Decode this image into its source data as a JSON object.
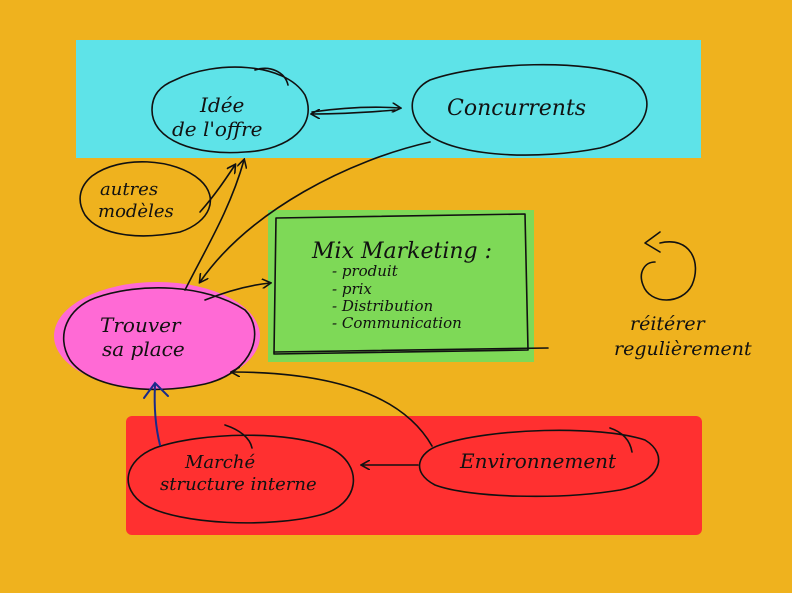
{
  "colors": {
    "background": "#efb21e",
    "top_band": "#5ee3e8",
    "bottom_band": "#ff3030",
    "mix_box": "#7ed957",
    "trouver_ellipse": "#ff6ad5",
    "ink": "#111111",
    "arrow_blue": "#1a2a8a"
  },
  "nodes": {
    "idee_offre": {
      "line1": "Idée",
      "line2": "de l'offre"
    },
    "concurrents": {
      "label": "Concurrents"
    },
    "autres_modeles": {
      "line1": "autres",
      "line2": "modèles"
    },
    "trouver_place": {
      "line1": "Trouver",
      "line2": "sa place"
    },
    "mix_marketing": {
      "title": "Mix Marketing :",
      "items": [
        "- produit",
        "- prix",
        "- Distribution",
        "- Communication"
      ]
    },
    "reiterer": {
      "line1": "réitérer",
      "line2": "regulièrement"
    },
    "marche": {
      "line1": "Marché",
      "line2": "structure interne"
    },
    "environnement": {
      "label": "Environnement"
    }
  }
}
